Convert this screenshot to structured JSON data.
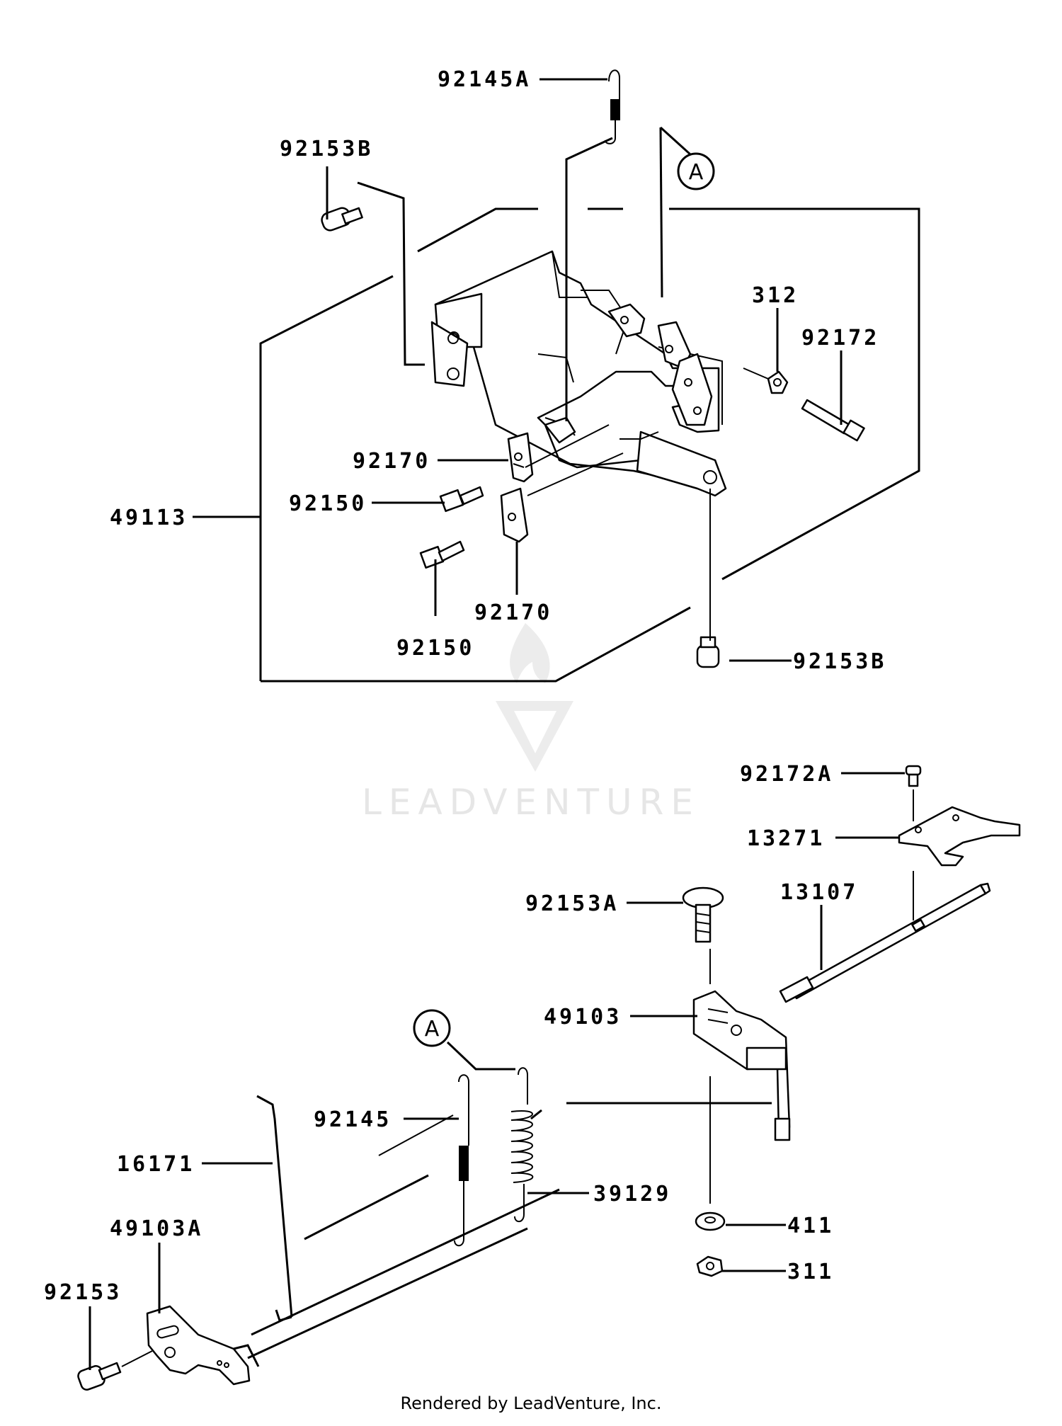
{
  "callouts": {
    "c_92145A": "92145A",
    "c_92153B_top": "92153B",
    "c_312": "312",
    "c_92172": "92172",
    "c_92170_a": "92170",
    "c_92150_a": "92150",
    "c_49113": "49113",
    "c_92170_b": "92170",
    "c_92150_b": "92150",
    "c_92153B_bottom": "92153B",
    "c_92172A": "92172A",
    "c_13271": "13271",
    "c_92153A": "92153A",
    "c_13107": "13107",
    "c_49103": "49103",
    "c_92145": "92145",
    "c_16171": "16171",
    "c_39129": "39129",
    "c_49103A": "49103A",
    "c_411": "411",
    "c_311": "311",
    "c_92153": "92153"
  },
  "reference_marks": {
    "top": "A",
    "bottom": "A"
  },
  "watermark": "LEADVENTURE",
  "footer": "Rendered by LeadVenture, Inc."
}
